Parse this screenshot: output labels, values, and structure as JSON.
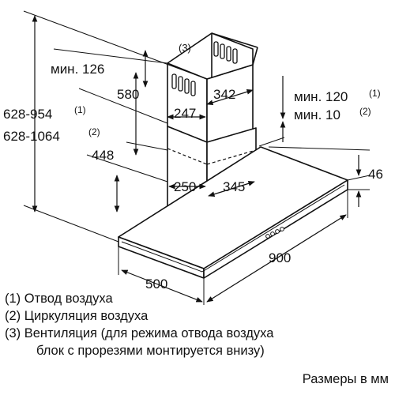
{
  "diagram": {
    "callout_3": "(3)",
    "dims": {
      "min126": "мин. 126",
      "d580": "580",
      "d342": "342",
      "d247": "247",
      "min120": "мин. 120",
      "min120_ref": "(1)",
      "min10": "мин. 10",
      "min10_ref": "(2)",
      "h1": "628-954",
      "h1_ref": "(1)",
      "h2": "628-1064",
      "h2_ref": "(2)",
      "d448": "448",
      "d250": "250",
      "d345": "345",
      "d46": "46",
      "d900": "900",
      "d500": "500"
    }
  },
  "notes": [
    "(1) Отвод воздуха",
    "(2) Циркуляция воздуха",
    "(3) Вентиляция (для режима отвода воздуха",
    "блок с прорезями монтируется внизу)"
  ],
  "units_note": "Размеры в мм"
}
